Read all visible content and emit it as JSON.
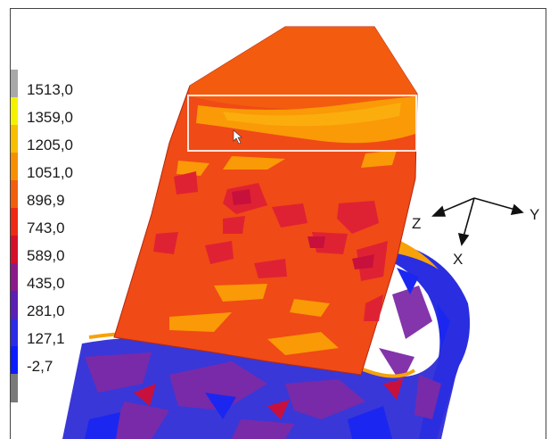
{
  "legend": {
    "values": [
      "1513,0",
      "1359,0",
      "1205,0",
      "1051,0",
      "896,9",
      "743,0",
      "589,0",
      "435,0",
      "281,0",
      "127,1",
      "-2,7"
    ],
    "colors": [
      "#a8a8a8",
      "#f5f200",
      "#f7bf00",
      "#f79000",
      "#f25f0c",
      "#ee2a14",
      "#d6102a",
      "#8c1a8a",
      "#5a1fb4",
      "#2c2ce6",
      "#0b1dff",
      "#7a7a7a"
    ]
  },
  "axes": {
    "x": "X",
    "y": "Y",
    "z": "Z"
  },
  "colors": {
    "cylinder_base": "#f04a16",
    "cylinder_top": "#f35c0f",
    "band_orange": "#f99a06",
    "spot_red": "#df2233",
    "spot_crimson": "#c8103c",
    "shell_blue": "#3a37d8",
    "shell_purple": "#7d2aa6",
    "shell_deepblue": "#1b27f0",
    "selection": "#ffffff"
  }
}
